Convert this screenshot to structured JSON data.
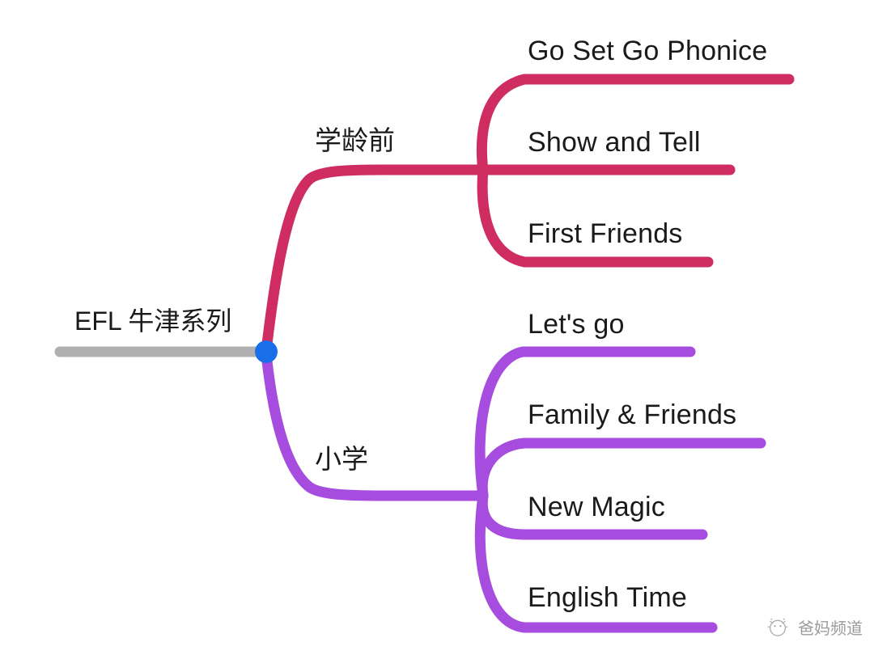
{
  "diagram": {
    "type": "mind-map",
    "title_visible": false,
    "background_color": "#ffffff",
    "root": {
      "label": "EFL 牛津系列",
      "bar_color": "#b0b0b0",
      "node_color": "#1a6fe8",
      "node_name": "root-node-dot"
    },
    "branches": [
      {
        "label": "学龄前",
        "color": "#cf2d62",
        "children": [
          {
            "label": "Go Set Go Phonice"
          },
          {
            "label": "Show and Tell"
          },
          {
            "label": "First Friends"
          }
        ]
      },
      {
        "label": "小学",
        "color": "#a64de0",
        "children": [
          {
            "label": "Let's go"
          },
          {
            "label": "Family & Friends"
          },
          {
            "label": "New Magic"
          },
          {
            "label": "English Time"
          }
        ]
      }
    ]
  },
  "watermark": {
    "text": "爸妈频道",
    "logo_icon": "wechat-official-account-icon"
  }
}
